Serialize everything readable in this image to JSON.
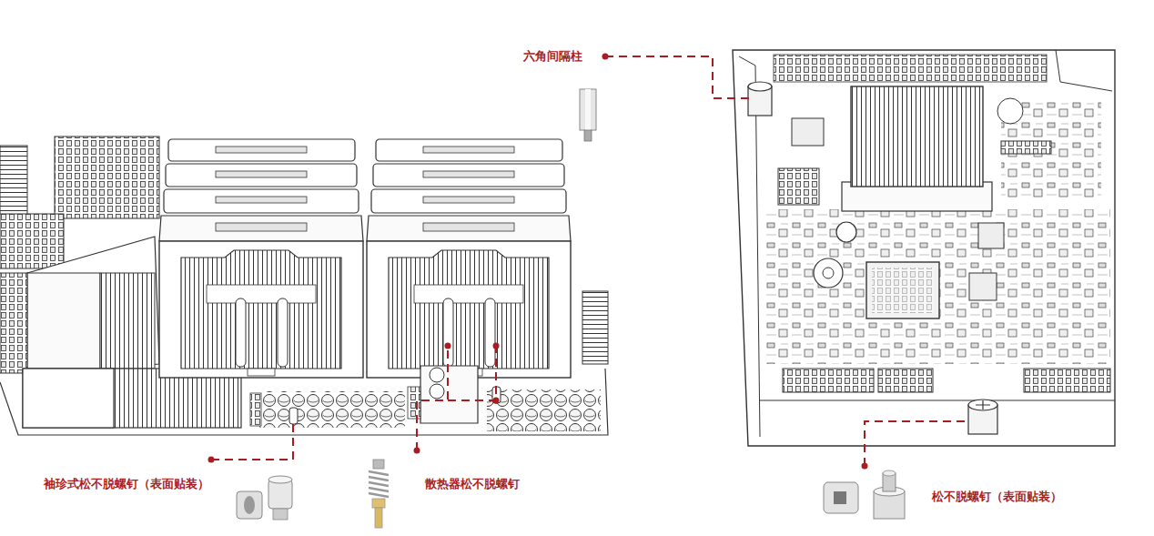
{
  "diagram": {
    "labels": [
      "六角间隔柱",
      "袖珍式松不脱螺钉（表面贴装）",
      "散热器松不脱螺钉",
      "松不脱螺钉（表面贴装）"
    ]
  }
}
